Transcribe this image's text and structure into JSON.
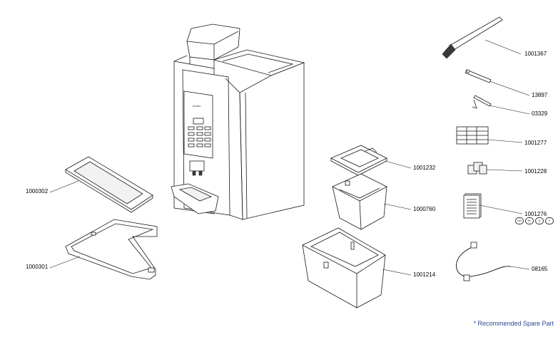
{
  "parts": {
    "p1001367": "1001367",
    "p13897": "13897",
    "p03329": "03329",
    "p1001277": "1001277",
    "p1001228": "1001228",
    "p1001276": "1001276",
    "p08165": "08165",
    "p1001232": "1001232",
    "p1000760": "1000760",
    "p1001214": "1001214",
    "p1000302": "1000302",
    "p1000301": "1000301"
  },
  "language_badges": [
    "GB",
    "NL",
    "D",
    "F"
  ],
  "footnote": "* Recommended Spare Part"
}
